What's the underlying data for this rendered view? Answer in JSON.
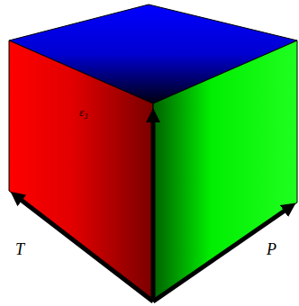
{
  "diagram": {
    "labels": [
      "ε₃",
      "T",
      "P"
    ]
  }
}
